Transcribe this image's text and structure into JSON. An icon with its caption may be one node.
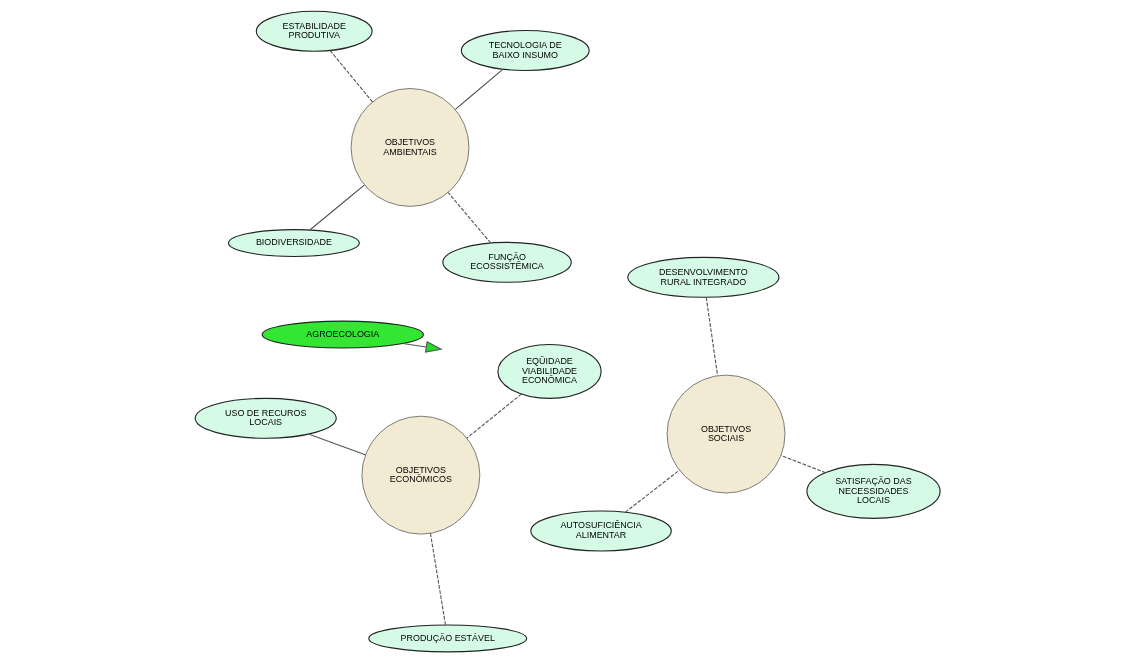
{
  "diagram": {
    "nodes": [
      {
        "text": [
          "USO DE RECUROS LOCAIS"
        ]
      },
      {
        "text": [
          "EQÜIDADE VIABILIDADE ECONÔMICA"
        ]
      },
      {
        "text": [
          "PRODUÇÃO ESTÁVEL"
        ]
      },
      {
        "text": [
          "AUTOSUFICIÊNCIA ALIMENTAR"
        ]
      },
      {
        "text": [
          "OBJETIVOS ECONÔMICOS"
        ]
      },
      {
        "text": [
          "BIODIVERSIDADE"
        ]
      },
      {
        "text": [
          "SATISFAÇÃO DAS NECESSIDADES LOCAIS"
        ]
      },
      {
        "text": [
          "OBJETIVOS SOCIAIS"
        ]
      },
      {
        "text": [
          "FUNÇÃO ECOSSISTÊMICA"
        ]
      },
      {
        "text": [
          "OBJETIVOS AMBIENTAIS"
        ]
      },
      {
        "text": [
          "ESTABILIDADE PRODUTIVA"
        ]
      },
      {
        "text": [
          "DESENVOLVIMENTO RURAL INTEGRADO"
        ]
      },
      {
        "text": [
          "TECNOLOGIA DE BAIXO INSUMO"
        ]
      },
      {
        "text": [
          "AGROECOLOGIA"
        ]
      }
    ],
    "edges": [
      {
        "from": 0,
        "to": 4,
        "arrow": "none"
      },
      {
        "from": 1,
        "to": 4,
        "arrow": "none",
        "style": "dashed"
      },
      {
        "from": 2,
        "to": 4,
        "arrow": "none",
        "style": "dashed"
      },
      {
        "from": 3,
        "to": 7,
        "arrow": "none",
        "style": "dashed"
      },
      {
        "from": 6,
        "to": 7,
        "arrow": "none",
        "style": "dashed"
      },
      {
        "from": 11,
        "to": 7,
        "arrow": "none",
        "style": "dashed"
      },
      {
        "from": 5,
        "to": 9,
        "arrow": "none"
      },
      {
        "from": 8,
        "to": 9,
        "arrow": "none",
        "style": "dashed"
      },
      {
        "from": 10,
        "to": 9,
        "arrow": "none",
        "style": "dashed"
      },
      {
        "from": 12,
        "to": 9,
        "arrow": "none"
      },
      {
        "from": 13,
        "to": null,
        "arrow": "to"
      }
    ]
  }
}
